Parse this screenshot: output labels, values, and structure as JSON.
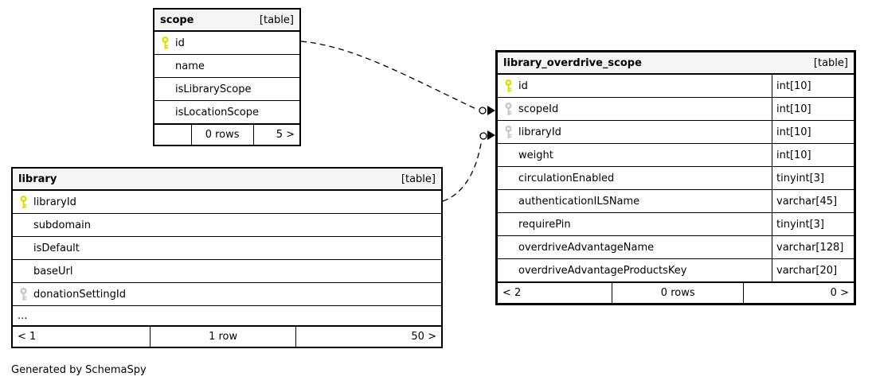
{
  "diagram": {
    "footer_note": "Generated by SchemaSpy"
  },
  "colors": {
    "header_bg": "#f5f5f5",
    "border": "#000000",
    "connector_line": "#000000",
    "pk_key": "#dcdc00",
    "fk_key": "#c6c6c6",
    "row_bg": "#ffffff"
  },
  "tables": {
    "scope": {
      "name": "scope",
      "badge": "[table]",
      "columns": [
        {
          "name": "id",
          "key": "pk"
        },
        {
          "name": "name",
          "key": ""
        },
        {
          "name": "isLibraryScope",
          "key": ""
        },
        {
          "name": "isLocationScope",
          "key": ""
        }
      ],
      "footer": {
        "left": "",
        "center": "0 rows",
        "right": "5 >"
      }
    },
    "library": {
      "name": "library",
      "badge": "[table]",
      "columns": [
        {
          "name": "libraryId",
          "key": "pk"
        },
        {
          "name": "subdomain",
          "key": ""
        },
        {
          "name": "isDefault",
          "key": ""
        },
        {
          "name": "baseUrl",
          "key": ""
        },
        {
          "name": "donationSettingId",
          "key": "fk"
        }
      ],
      "truncation": "...",
      "footer": {
        "left": "< 1",
        "center": "1 row",
        "right": "50 >"
      }
    },
    "library_overdrive_scope": {
      "name": "library_overdrive_scope",
      "badge": "[table]",
      "columns": [
        {
          "name": "id",
          "type": "int[10]",
          "key": "pk"
        },
        {
          "name": "scopeId",
          "type": "int[10]",
          "key": "fk"
        },
        {
          "name": "libraryId",
          "type": "int[10]",
          "key": "fk"
        },
        {
          "name": "weight",
          "type": "int[10]",
          "key": ""
        },
        {
          "name": "circulationEnabled",
          "type": "tinyint[3]",
          "key": ""
        },
        {
          "name": "authenticationILSName",
          "type": "varchar[45]",
          "key": ""
        },
        {
          "name": "requirePin",
          "type": "tinyint[3]",
          "key": ""
        },
        {
          "name": "overdriveAdvantageName",
          "type": "varchar[128]",
          "key": ""
        },
        {
          "name": "overdriveAdvantageProductsKey",
          "type": "varchar[20]",
          "key": ""
        }
      ],
      "footer": {
        "left": "< 2",
        "center": "0 rows",
        "right": "0 >"
      }
    }
  },
  "relationships": [
    {
      "from": "scope.id",
      "to": "library_overdrive_scope.scopeId"
    },
    {
      "from": "library.libraryId",
      "to": "library_overdrive_scope.libraryId"
    }
  ]
}
